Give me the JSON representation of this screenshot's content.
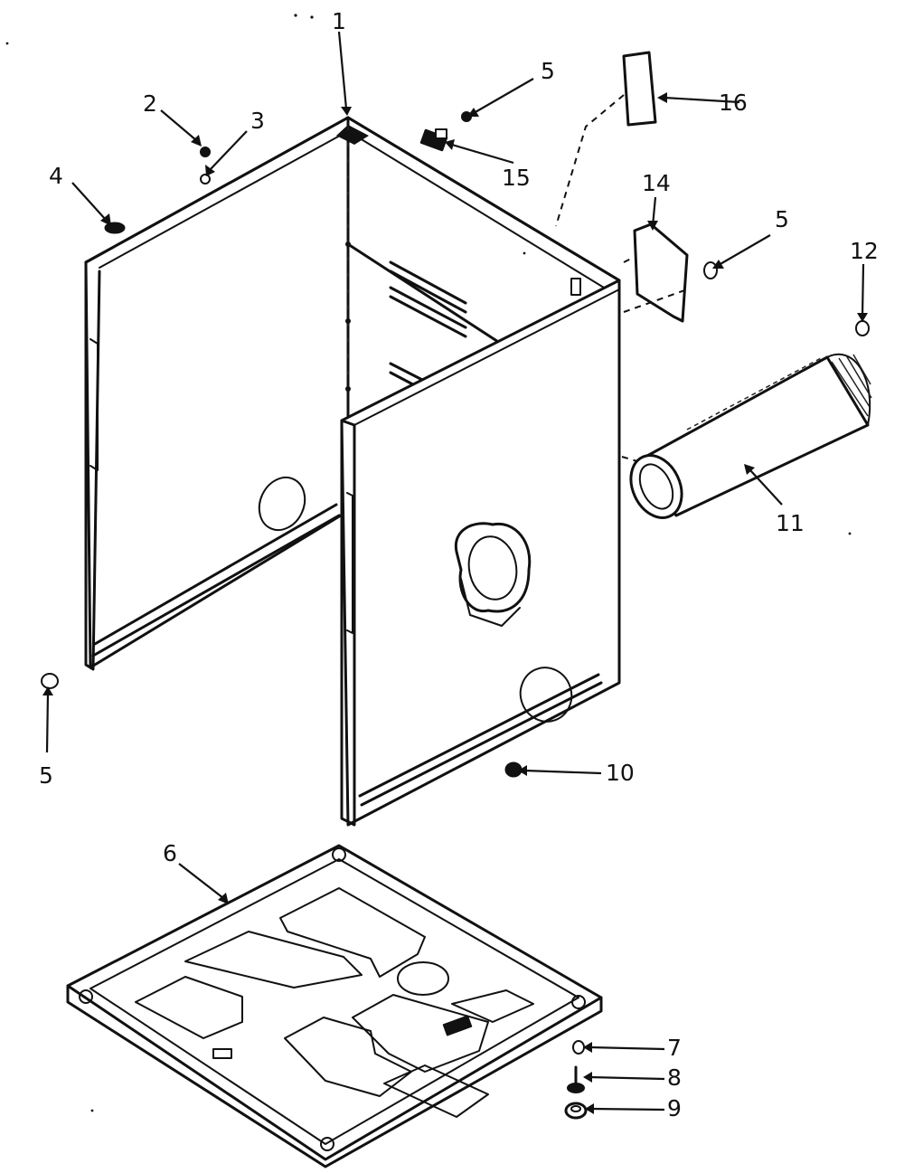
{
  "callouts": [
    {
      "id": "c1",
      "text": "1"
    },
    {
      "id": "c2",
      "text": "2"
    },
    {
      "id": "c3",
      "text": "3"
    },
    {
      "id": "c4",
      "text": "4"
    },
    {
      "id": "c5a",
      "text": "5"
    },
    {
      "id": "c5b",
      "text": "5"
    },
    {
      "id": "c5c",
      "text": "5"
    },
    {
      "id": "c6",
      "text": "6"
    },
    {
      "id": "c7",
      "text": "7"
    },
    {
      "id": "c8",
      "text": "8"
    },
    {
      "id": "c9",
      "text": "9"
    },
    {
      "id": "c10",
      "text": "10"
    },
    {
      "id": "c11",
      "text": "11"
    },
    {
      "id": "c12",
      "text": "12"
    },
    {
      "id": "c14",
      "text": "14"
    },
    {
      "id": "c15",
      "text": "15"
    },
    {
      "id": "c16",
      "text": "16"
    }
  ]
}
